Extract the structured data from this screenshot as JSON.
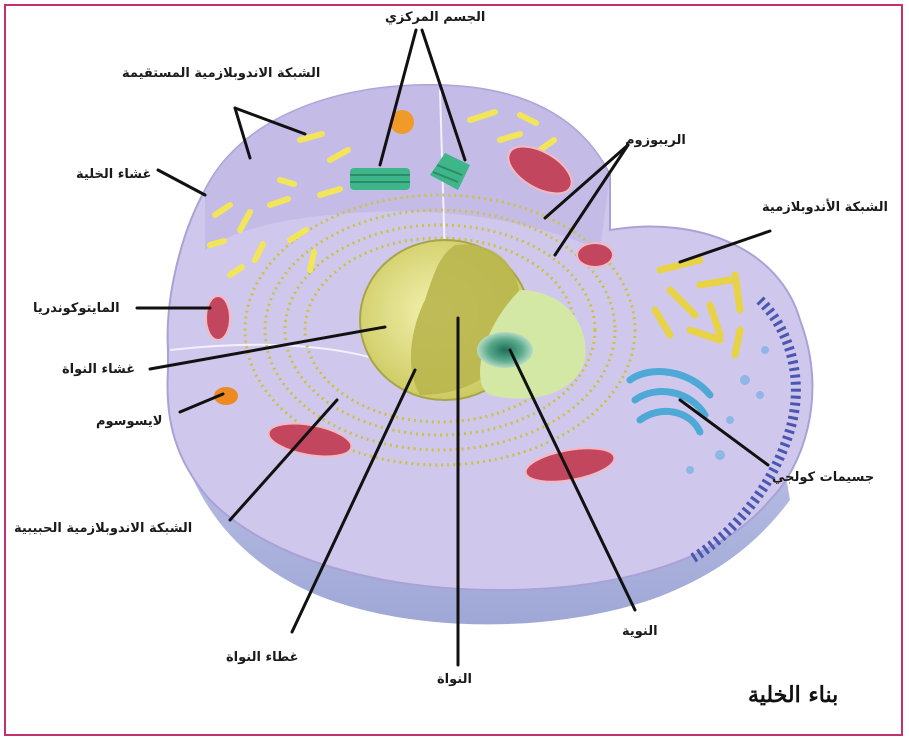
{
  "title": "بناء الخلية",
  "colors": {
    "frame": "#c2306e",
    "cytoplasm": "#cfc8ec",
    "nucleus": "#e6e58a",
    "leader": "#111111"
  },
  "labels": {
    "centrosome": "الجسم المركزي",
    "smooth_er": "الشبكة الاندوبلازمية المستقيمة",
    "ribosome": "الريبوزوم",
    "cell_membrane": "غشاء الخلية",
    "er": "الشبكة الأندوبلازمية",
    "mitochondria": "المايتوكوندريا",
    "nuclear_membrane": "غشاء النواة",
    "lysosome": "لايسوسوم",
    "golgi": "جسيمات كولجي",
    "rough_er": "الشبكة الاندوبلازمية الحبيبية",
    "nuclear_envelope": "غطاء النواة",
    "nucleolus": "النوية",
    "nucleus": "النواة"
  }
}
